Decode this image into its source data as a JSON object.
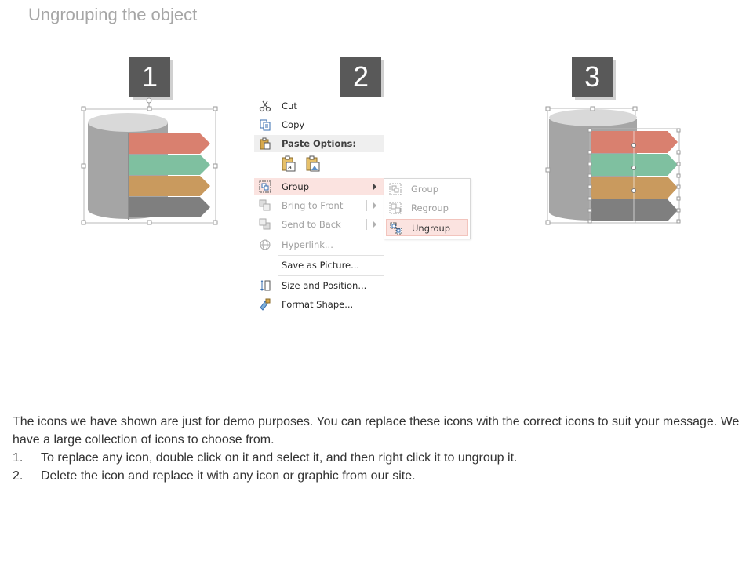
{
  "title": "Ungrouping the object",
  "steps": [
    "1",
    "2",
    "3"
  ],
  "colors": {
    "red": "#d9806f",
    "green": "#7fc0a0",
    "orange": "#c99a5e",
    "gray": "#7f7f7f",
    "cylinder": "#a5a5a5",
    "highlight": "#fbe3e0"
  },
  "context_menu": {
    "items": [
      {
        "label": "Cut",
        "icon": "scissors-icon",
        "enabled": true
      },
      {
        "label": "Copy",
        "icon": "copy-icon",
        "enabled": true
      },
      {
        "label": "Paste Options:",
        "icon": "clipboard-icon",
        "section": true
      },
      {
        "label": "Group",
        "icon": "group-icon",
        "enabled": true,
        "submenu": true,
        "highlighted": true
      },
      {
        "label": "Bring to Front",
        "icon": "bring-front-icon",
        "enabled": false,
        "submenu": true
      },
      {
        "label": "Send to Back",
        "icon": "send-back-icon",
        "enabled": false,
        "submenu": true
      },
      {
        "label": "Hyperlink...",
        "icon": "link-icon",
        "enabled": false
      },
      {
        "label": "Save as Picture...",
        "icon": "",
        "enabled": true
      },
      {
        "label": "Size and Position...",
        "icon": "size-position-icon",
        "enabled": true
      },
      {
        "label": "Format Shape...",
        "icon": "format-shape-icon",
        "enabled": true
      }
    ]
  },
  "submenu": {
    "items": [
      {
        "label": "Group",
        "icon": "group-icon",
        "enabled": false
      },
      {
        "label": "Regroup",
        "icon": "regroup-icon",
        "enabled": false
      },
      {
        "label": "Ungroup",
        "icon": "ungroup-icon",
        "enabled": true,
        "highlighted": true
      }
    ]
  },
  "body": {
    "intro": "The icons we have shown are just for demo purposes. You can replace these icons with the correct icons to suit your message. We have a large collection of icons to choose from.",
    "steps": [
      {
        "n": "1.",
        "text": "To replace any icon, double click on it and select it, and then right click it to ungroup it."
      },
      {
        "n": "2.",
        "text": "Delete the icon and replace it with any icon or graphic from our site."
      }
    ]
  }
}
